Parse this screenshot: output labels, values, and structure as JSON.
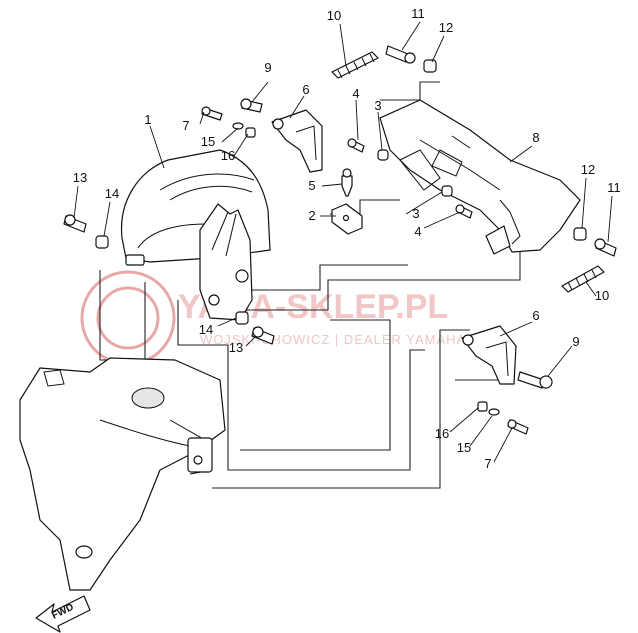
{
  "watermark": {
    "brand": "YAMA-SKLEP.PL",
    "dealer": "WOJSKI-CHOWICZ | DEALER YAMAHA"
  },
  "fwd_label": "FWD",
  "callouts": [
    {
      "id": "c1",
      "text": "1"
    },
    {
      "id": "c2",
      "text": "2"
    },
    {
      "id": "c3a",
      "text": "3"
    },
    {
      "id": "c3b",
      "text": "3"
    },
    {
      "id": "c4a",
      "text": "4"
    },
    {
      "id": "c4b",
      "text": "4"
    },
    {
      "id": "c5",
      "text": "5"
    },
    {
      "id": "c6a",
      "text": "6"
    },
    {
      "id": "c6b",
      "text": "6"
    },
    {
      "id": "c7a",
      "text": "7"
    },
    {
      "id": "c7b",
      "text": "7"
    },
    {
      "id": "c8",
      "text": "8"
    },
    {
      "id": "c9a",
      "text": "9"
    },
    {
      "id": "c9b",
      "text": "9"
    },
    {
      "id": "c10a",
      "text": "10"
    },
    {
      "id": "c10b",
      "text": "10"
    },
    {
      "id": "c11a",
      "text": "11"
    },
    {
      "id": "c11b",
      "text": "11"
    },
    {
      "id": "c12a",
      "text": "12"
    },
    {
      "id": "c12b",
      "text": "12"
    },
    {
      "id": "c13a",
      "text": "13"
    },
    {
      "id": "c13b",
      "text": "13"
    },
    {
      "id": "c14a",
      "text": "14"
    },
    {
      "id": "c14b",
      "text": "14"
    },
    {
      "id": "c15a",
      "text": "15"
    },
    {
      "id": "c15b",
      "text": "15"
    },
    {
      "id": "c16a",
      "text": "16"
    },
    {
      "id": "c16b",
      "text": "16"
    }
  ]
}
